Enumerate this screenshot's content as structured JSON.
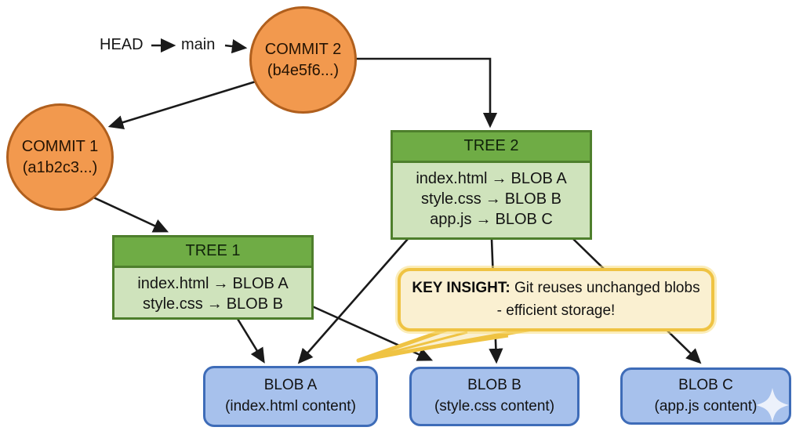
{
  "diagram": {
    "head_label": "HEAD",
    "branch_label": "main",
    "arrow_glyph": "→",
    "commits": [
      {
        "title": "COMMIT 2",
        "hash": "(b4e5f6...)"
      },
      {
        "title": "COMMIT 1",
        "hash": "(a1b2c3...)"
      }
    ],
    "trees": [
      {
        "title": "TREE 2",
        "entries": [
          {
            "file": "index.html",
            "target": "BLOB A"
          },
          {
            "file": "style.css",
            "target": "BLOB B"
          },
          {
            "file": "app.js",
            "target": "BLOB C"
          }
        ]
      },
      {
        "title": "TREE 1",
        "entries": [
          {
            "file": "index.html",
            "target": "BLOB A"
          },
          {
            "file": "style.css",
            "target": "BLOB B"
          }
        ]
      }
    ],
    "blobs": [
      {
        "title": "BLOB A",
        "subtitle": "(index.html content)"
      },
      {
        "title": "BLOB B",
        "subtitle": "(style.css content)"
      },
      {
        "title": "BLOB C",
        "subtitle": "(app.js content)"
      }
    ],
    "callout": {
      "lead": "KEY INSIGHT:",
      "text": "Git reuses unchanged blobs - efficient storage!"
    },
    "edges": [
      {
        "from": "HEAD",
        "to": "main"
      },
      {
        "from": "main",
        "to": "COMMIT 2"
      },
      {
        "from": "COMMIT 2",
        "to": "COMMIT 1"
      },
      {
        "from": "COMMIT 2",
        "to": "TREE 2"
      },
      {
        "from": "COMMIT 1",
        "to": "TREE 1"
      },
      {
        "from": "TREE 1",
        "to": "BLOB A"
      },
      {
        "from": "TREE 1",
        "to": "BLOB B"
      },
      {
        "from": "TREE 2",
        "to": "BLOB A"
      },
      {
        "from": "TREE 2",
        "to": "BLOB B"
      },
      {
        "from": "TREE 2",
        "to": "BLOB C"
      }
    ],
    "colors": {
      "commit_fill": "#F2994E",
      "commit_border": "#B05F1D",
      "tree_header": "#6FAC45",
      "tree_body": "#CFE3BC",
      "tree_border": "#4E7F2C",
      "blob_fill": "#A7C1EC",
      "blob_border": "#3E6CB8",
      "callout_fill": "#FAF0D1",
      "callout_border": "#EFC343",
      "arrow": "#1A1A1A"
    }
  }
}
